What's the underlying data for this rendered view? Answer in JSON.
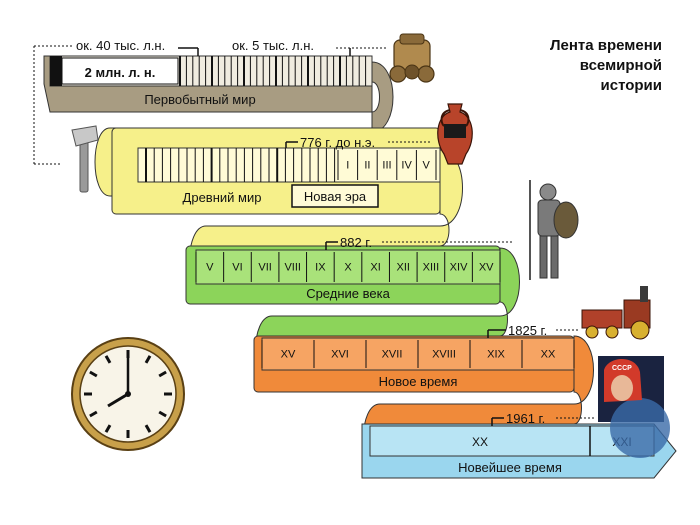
{
  "title": {
    "line1": "Лента времени",
    "line2": "всемирной",
    "line3": "истории"
  },
  "colors": {
    "primitive": "#a89c82",
    "ancient": "#f6f08a",
    "middle": "#8cd45a",
    "modern": "#f08a3a",
    "newest": "#9ad6ee"
  },
  "bands": {
    "primitive": {
      "label": "Первобытный мир",
      "inner_label": "2 млн. л. н."
    },
    "ancient": {
      "label": "Древний мир",
      "box_label": "Новая эра",
      "centuries": [
        "I",
        "II",
        "III",
        "IV",
        "V"
      ]
    },
    "middle": {
      "label": "Средние века",
      "centuries": [
        "V",
        "VI",
        "VII",
        "VIII",
        "IX",
        "X",
        "XI",
        "XII",
        "XIII",
        "XIV",
        "XV"
      ]
    },
    "modern": {
      "label": "Новое время",
      "centuries": [
        "XV",
        "XVI",
        "XVII",
        "XVIII",
        "XIX",
        "XX"
      ]
    },
    "newest": {
      "label": "Новейшее время",
      "centuries": [
        "XX",
        "XXI"
      ]
    }
  },
  "markers": {
    "m40k": "ок. 40 тыс. л.н.",
    "m5k": "ок. 5 тыс. л.н.",
    "m776": "776 г. до н.э.",
    "m882": "882 г.",
    "m1825": "1825 г.",
    "m1961": "1961 г."
  },
  "icons": [
    "cart-icon",
    "axe-icon",
    "amphora-icon",
    "knight-icon",
    "locomotive-icon",
    "cosmonaut-icon",
    "clock-icon"
  ]
}
